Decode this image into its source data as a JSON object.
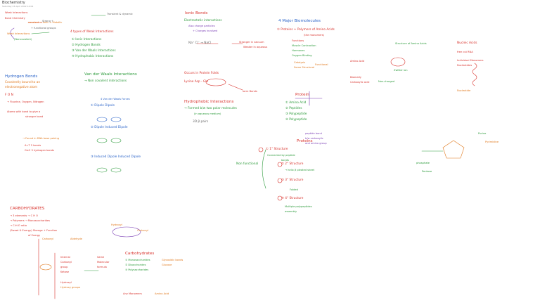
{
  "doc": {
    "title": "Biochemistry",
    "subtitle": "Saturday 23 April 2022    14:04"
  },
  "notes": [
    {
      "id": "h-weak",
      "text": "Weak Interactions",
      "cls": "sm red"
    },
    {
      "id": "h-bond-chem",
      "text": "Bond Chemistry",
      "cls": "sm red"
    },
    {
      "id": "t-wi-1",
      "text": "covalent < Ionic < Metallic",
      "cls": "sm ora"
    },
    {
      "id": "t-wi-2",
      "text": "+ functional groups",
      "cls": "sm gry"
    },
    {
      "id": "t-wi-3",
      "text": "Weak Interactions",
      "cls": "sm ora"
    },
    {
      "id": "t-wi-4",
      "text": "(Noncovalent)",
      "cls": "sm grn"
    },
    {
      "id": "t-wi-5",
      "text": "Strong +",
      "cls": "sm gry"
    },
    {
      "id": "t-wi-6",
      "text": "Transient & dynamic",
      "cls": "sm gry"
    },
    {
      "id": "t-4types",
      "text": "4 types of Weak Interactions",
      "cls": "txt red"
    },
    {
      "id": "t-ionic",
      "text": "① Ionic Interactions",
      "cls": "txt grn"
    },
    {
      "id": "t-hbond",
      "text": "② Hydrogen Bonds",
      "cls": "txt grn"
    },
    {
      "id": "t-vdw",
      "text": "③ Van der Waals Interactions",
      "cls": "txt grn"
    },
    {
      "id": "t-hydro",
      "text": "④ Hydrophobic Interactions",
      "cls": "txt grn"
    },
    {
      "id": "h-ionic",
      "text": "Ionic Bonds",
      "cls": "hdr red"
    },
    {
      "id": "t-ion-1",
      "text": "Electrostatic interactions",
      "cls": "txt grn"
    },
    {
      "id": "t-ion-2",
      "text": "Also charge particles",
      "cls": "sm pur"
    },
    {
      "id": "t-ion-3",
      "text": "+ Charges involved",
      "cls": "sm pur"
    },
    {
      "id": "t-ion-4",
      "text": "Na⁺ Cl⁻ → NaCl",
      "cls": "txt gry"
    },
    {
      "id": "t-ion-5",
      "text": "Stronger in vacuum",
      "cls": "sm red"
    },
    {
      "id": "t-ion-6",
      "text": "Weaker in aqueous",
      "cls": "sm red"
    },
    {
      "id": "t-ion-7",
      "text": "Occurs in Protein Folds",
      "cls": "txt red"
    },
    {
      "id": "t-ion-8",
      "text": "Lysine Asp - Glu",
      "cls": "txt red"
    },
    {
      "id": "t-ion-9",
      "text": "Ionic Bonds",
      "cls": "sm red"
    },
    {
      "id": "h-hydrophobic",
      "text": "Hydrophobic Interactions",
      "cls": "hdr red"
    },
    {
      "id": "t-hp-1",
      "text": "→ Formed b/w two polar molecules",
      "cls": "txt grn"
    },
    {
      "id": "t-hp-2",
      "text": "(in aqueous medium)",
      "cls": "sm grn"
    },
    {
      "id": "t-hp-3",
      "text": "3D β pairs",
      "cls": "txt gry"
    },
    {
      "id": "h-hbonds",
      "text": "Hydrogen Bonds",
      "cls": "hdr blu"
    },
    {
      "id": "t-hb-1",
      "text": "Covalently bound to an",
      "cls": "txt ora"
    },
    {
      "id": "t-hb-2",
      "text": "electronegative atom",
      "cls": "txt ora"
    },
    {
      "id": "t-hb-3",
      "text": "F O N",
      "cls": "txt red"
    },
    {
      "id": "t-hb-4",
      "text": "→ Fluorine, Oxygen, Nitrogen",
      "cls": "sm red"
    },
    {
      "id": "t-hb-5",
      "text": "Atoms with bond to give a",
      "cls": "sm red"
    },
    {
      "id": "t-hb-6",
      "text": "stronger bond",
      "cls": "sm red"
    },
    {
      "id": "t-hb-7",
      "text": "→ Found in DNA base pairing",
      "cls": "sm ora"
    },
    {
      "id": "t-hb-8",
      "text": "A=T   2 bonds",
      "cls": "sm red"
    },
    {
      "id": "t-hb-9",
      "text": "G≡C   3 hydrogen bonds",
      "cls": "sm red"
    },
    {
      "id": "h-vdw",
      "text": "Van der Waals Interactions",
      "cls": "hdr grn"
    },
    {
      "id": "t-vdw-1",
      "text": "→ Non covalent interactions",
      "cls": "txt grn"
    },
    {
      "id": "t-vdw-2",
      "text": "4 Van der Waals Forces",
      "cls": "sm blu"
    },
    {
      "id": "t-vdw-3",
      "text": "① Dipole Dipole",
      "cls": "txt blu"
    },
    {
      "id": "t-vdw-4",
      "text": "② Dipole Induced Dipole",
      "cls": "txt blu"
    },
    {
      "id": "t-vdw-5",
      "text": "③ Induced Dipole Induced Dipole",
      "cls": "txt blu"
    },
    {
      "id": "h-major",
      "text": "4 Major Biomolecules",
      "cls": "hdr blu"
    },
    {
      "id": "t-maj-1",
      "text": "① Proteins + Polymers of Amino Acids",
      "cls": "txt red"
    },
    {
      "id": "t-maj-2",
      "text": "(the monomers)",
      "cls": "sm red"
    },
    {
      "id": "t-pr-1",
      "text": "Functions",
      "cls": "sm red"
    },
    {
      "id": "t-pr-2",
      "text": "Muscle Contraction",
      "cls": "sm grn"
    },
    {
      "id": "t-pr-3",
      "text": "Hormones",
      "cls": "sm grn"
    },
    {
      "id": "t-pr-4",
      "text": "Oxygen Binding",
      "cls": "sm grn"
    },
    {
      "id": "t-pr-5",
      "text": "Catalysis",
      "cls": "sm ora"
    },
    {
      "id": "t-pr-6",
      "text": "Some Structural",
      "cls": "sm ora"
    },
    {
      "id": "t-pr-7",
      "text": "Functional",
      "cls": "sm ora"
    },
    {
      "id": "h-protein",
      "text": "Protein",
      "cls": "hdr red"
    },
    {
      "id": "t-p-1",
      "text": "① Amino Acid",
      "cls": "txt grn"
    },
    {
      "id": "t-p-2",
      "text": "② Peptides",
      "cls": "txt grn"
    },
    {
      "id": "t-p-3",
      "text": "③ Polypeptide",
      "cls": "txt grn"
    },
    {
      "id": "t-p-4",
      "text": "④ Polypeptide",
      "cls": "txt grn"
    },
    {
      "id": "t-p-5",
      "text": "peptide bond",
      "cls": "sm pur"
    },
    {
      "id": "t-p-6",
      "text": "b/w carboxylic",
      "cls": "sm pur"
    },
    {
      "id": "t-p-7",
      "text": "and amino group",
      "cls": "sm pur"
    },
    {
      "id": "t-aa-1",
      "text": "Amino Acid",
      "cls": "sm red"
    },
    {
      "id": "t-aa-2",
      "text": "Zwitter ion",
      "cls": "sm grn"
    },
    {
      "id": "t-aa-3",
      "text": "Basically",
      "cls": "sm red"
    },
    {
      "id": "t-aa-4",
      "text": "Carboxylic acid",
      "cls": "sm red"
    },
    {
      "id": "t-aa-5",
      "text": "Non-charged",
      "cls": "sm grn"
    },
    {
      "id": "t-str-1",
      "text": "Structure of Amino Acids",
      "cls": "sm grn"
    },
    {
      "id": "t-str-2",
      "text": "Nucleic Acids",
      "cls": "txt red"
    },
    {
      "id": "t-str-3",
      "text": "free cut RNA",
      "cls": "sm red"
    },
    {
      "id": "t-str-4",
      "text": "Individual Monomers",
      "cls": "sm red"
    },
    {
      "id": "t-str-5",
      "text": "Nucleotides",
      "cls": "sm red"
    },
    {
      "id": "t-str-6",
      "text": "Nucleotide",
      "cls": "sm ora"
    },
    {
      "id": "h-proteins2",
      "text": "Proteins",
      "cls": "hdr red"
    },
    {
      "id": "t-ps-0",
      "text": "Non functional",
      "cls": "txt grn"
    },
    {
      "id": "t-ps-1",
      "text": "① 1° Structure",
      "cls": "txt red"
    },
    {
      "id": "t-ps-2",
      "text": "Connected by peptide",
      "cls": "sm grn"
    },
    {
      "id": "t-ps-3",
      "text": "bonds",
      "cls": "sm grn"
    },
    {
      "id": "t-ps-4",
      "text": "② 2° Structure",
      "cls": "txt red"
    },
    {
      "id": "t-ps-5",
      "text": "→ helix  β pleated sheet",
      "cls": "sm grn"
    },
    {
      "id": "t-ps-6",
      "text": "③ 3° Structure",
      "cls": "txt red"
    },
    {
      "id": "t-ps-7",
      "text": "Folded",
      "cls": "sm grn"
    },
    {
      "id": "t-ps-8",
      "text": "④ 4° Structure",
      "cls": "txt red"
    },
    {
      "id": "t-ps-9",
      "text": "Multiple polypeptides",
      "cls": "sm grn"
    },
    {
      "id": "t-ps-10",
      "text": "assembly",
      "cls": "sm grn"
    },
    {
      "id": "t-nuc-1",
      "text": "Purine",
      "cls": "sm grn"
    },
    {
      "id": "t-nuc-2",
      "text": "Pyrimidine",
      "cls": "sm ora"
    },
    {
      "id": "t-nuc-3",
      "text": "phosphate",
      "cls": "sm grn"
    },
    {
      "id": "t-nuc-4",
      "text": "Pentose",
      "cls": "sm grn"
    },
    {
      "id": "h-carbs",
      "text": "CARBOHYDRATES",
      "cls": "hdr red"
    },
    {
      "id": "t-c-1",
      "text": "→ 3 elements → C H O",
      "cls": "sm red"
    },
    {
      "id": "t-c-2",
      "text": "→ Polymers → Monosaccharides",
      "cls": "sm red"
    },
    {
      "id": "t-c-3",
      "text": "→ C:H:O ratio",
      "cls": "sm red"
    },
    {
      "id": "t-c-4",
      "text": "(Sweet & Energy) Storage + Function",
      "cls": "sm red"
    },
    {
      "id": "t-c-5",
      "text": "of Energy",
      "cls": "sm red"
    },
    {
      "id": "t-c-6",
      "text": "Carbonyl",
      "cls": "sm ora"
    },
    {
      "id": "t-c-7",
      "text": "Aldehyde",
      "cls": "sm ora"
    },
    {
      "id": "t-c-8",
      "text": "Internal",
      "cls": "sm red"
    },
    {
      "id": "t-c-9",
      "text": "Carbonyl",
      "cls": "sm red"
    },
    {
      "id": "t-c-10",
      "text": "group",
      "cls": "sm red"
    },
    {
      "id": "t-c-11",
      "text": "Ketose",
      "cls": "sm red"
    },
    {
      "id": "t-c-12",
      "text": "Hydroxyl",
      "cls": "sm red"
    },
    {
      "id": "t-c-13",
      "text": "Hydroxy groups",
      "cls": "sm ora"
    },
    {
      "id": "t-c-14",
      "text": "Same",
      "cls": "sm red"
    },
    {
      "id": "t-c-15",
      "text": "Molecular",
      "cls": "sm red"
    },
    {
      "id": "t-c-16",
      "text": "formula",
      "cls": "sm red"
    },
    {
      "id": "t-c-17",
      "text": "Hydroxyl",
      "cls": "sm ora"
    },
    {
      "id": "t-c-18",
      "text": "Carbonyl",
      "cls": "sm ora"
    },
    {
      "id": "h-carbtypes",
      "text": "Carbohydrates",
      "cls": "hdr red"
    },
    {
      "id": "t-ct-1",
      "text": "① Monosaccharides",
      "cls": "sm grn"
    },
    {
      "id": "t-ct-2",
      "text": "② Disaccharides",
      "cls": "sm grn"
    },
    {
      "id": "t-ct-3",
      "text": "③ Polysaccharides",
      "cls": "sm grn"
    },
    {
      "id": "t-ct-4",
      "text": "Glycosidic bonds",
      "cls": "sm ora"
    },
    {
      "id": "t-ct-5",
      "text": "Glucose",
      "cls": "sm ora"
    },
    {
      "id": "t-ct-6",
      "text": "Any Monomers",
      "cls": "sm red"
    },
    {
      "id": "t-ct-7",
      "text": "Amino Acid",
      "cls": "sm ora"
    }
  ]
}
